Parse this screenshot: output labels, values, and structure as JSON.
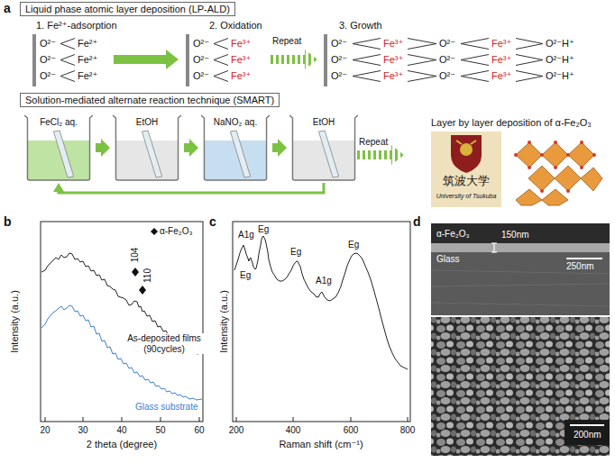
{
  "diagram": {
    "nodes": [
      {
        "text": [
          "Liquid phase atomic layer deposition (LP-ALD)"
        ]
      },
      {
        "text": [
          "Solution-mediated alternate reaction technique (SMART)"
        ]
      },
      {
        "text": [
          "FeCl₂ aq."
        ]
      },
      {
        "text": [
          "EtOH"
        ]
      },
      {
        "text": [
          "NaNO₂ aq."
        ]
      },
      {
        "text": [
          "EtOH"
        ]
      },
      {
        "text": [
          "α-Fe₂O₃",
          "Glass",
          "150nm",
          "250nm"
        ]
      },
      {
        "text": [
          "200nm"
        ]
      }
    ],
    "edges": [
      {
        "from": 2,
        "to": 3,
        "arrow": "to"
      },
      {
        "from": 3,
        "to": 4,
        "arrow": "to"
      },
      {
        "from": 4,
        "to": 5,
        "arrow": "to"
      },
      {
        "from": 5,
        "to": 2,
        "arrow": "to"
      }
    ],
    "labels": [
      "a",
      "1. Fe²⁺-adsorption",
      "2. Oxidation",
      "Repeat",
      "3. Growth",
      "O²⁻",
      "O²⁻",
      "O²⁻",
      "Fe²⁺",
      "Fe²⁺",
      "Fe²⁺",
      "O²⁻",
      "O²⁻",
      "O²⁻",
      "Fe³⁺",
      "Fe³⁺",
      "Fe³⁺",
      "O²⁻",
      "Fe³⁺",
      "O²⁻",
      "Fe³⁺",
      "O²⁻H⁺",
      "O²⁻",
      "Fe³⁺",
      "O²⁻",
      "Fe³⁺",
      "O²⁻H⁺",
      "O²⁻",
      "Fe³⁺",
      "O²⁻",
      "Fe³⁺",
      "O²⁻H⁺",
      "Repeat",
      "Layer by layer deposition of α-Fe₂O₃",
      "筑波大学",
      "University of Tsukuba",
      "b",
      "104",
      "110",
      "As-deposited films (90cycles)",
      "Glass substrate",
      "Intensity (a.u.)",
      "20",
      "30",
      "40",
      "50",
      "60",
      "2 theta (degree)",
      "c",
      "A1g",
      "Eg",
      "Eg",
      "Eg",
      "A1g",
      "Eg",
      "Intensity (a.u.)",
      "200",
      "400",
      "600",
      "800",
      "Raman shift (cm⁻¹)",
      "d"
    ],
    "legend": [
      {
        "text": "α-Fe₂O₃"
      }
    ]
  }
}
